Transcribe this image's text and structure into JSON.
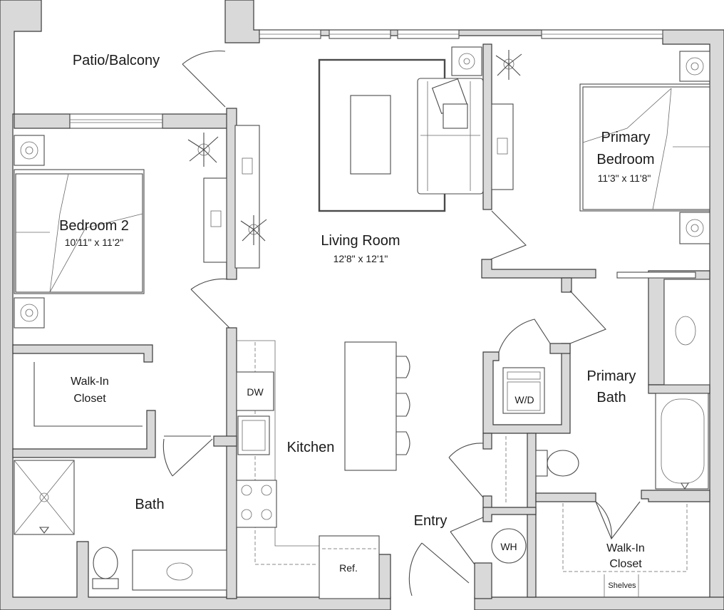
{
  "rooms": {
    "patio": "Patio/Balcony",
    "bedroom2": "Bedroom 2",
    "bedroom2_dim": "10'11\" x 11'2\"",
    "living": "Living Room",
    "living_dim": "12'8\" x 12'1\"",
    "primary_line1": "Primary",
    "primary_line2": "Bedroom",
    "primary_dim": "11'3\" x 11'8\"",
    "closet_left_1": "Walk-In",
    "closet_left_2": "Closet",
    "bath": "Bath",
    "kitchen": "Kitchen",
    "entry": "Entry",
    "primary_bath_1": "Primary",
    "primary_bath_2": "Bath",
    "closet_right_1": "Walk-In",
    "closet_right_2": "Closet"
  },
  "fixtures": {
    "dw": "DW",
    "wd": "W/D",
    "wh": "WH",
    "ref": "Ref.",
    "shelves": "Shelves"
  },
  "colors": {
    "wall_fill": "#d9d9d9",
    "line": "#4a4a4a",
    "background": "#ffffff"
  }
}
